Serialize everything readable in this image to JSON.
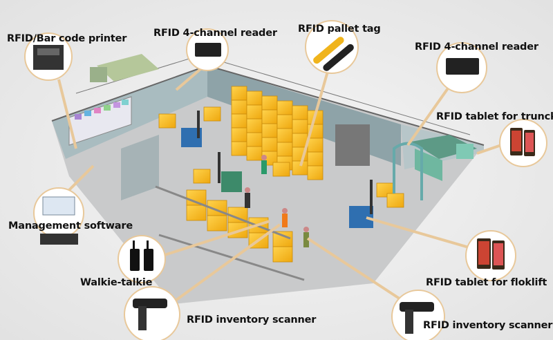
{
  "labels": {
    "printer": "RFID/Bar code printer",
    "reader_left": "RFID 4-channel reader",
    "pallet_tag": "RFID pallet tag",
    "reader_right": "RFID 4-channel reader",
    "tablet_truck": "RFID tablet for trunck",
    "management": "Management software",
    "walkie": "Walkie-talkie",
    "tablet_forklift": "RFID tablet for floklift",
    "scanner_left": "RFID inventory scanner",
    "scanner_right": "RFID inventory scanner"
  },
  "colors": {
    "box": "#f5b91e",
    "floor": "#c9cacb",
    "wall": "#9fb3b8",
    "leader": "#e8c89a",
    "truck": "#6fb7a0",
    "forklift": "#2f6fb0"
  }
}
